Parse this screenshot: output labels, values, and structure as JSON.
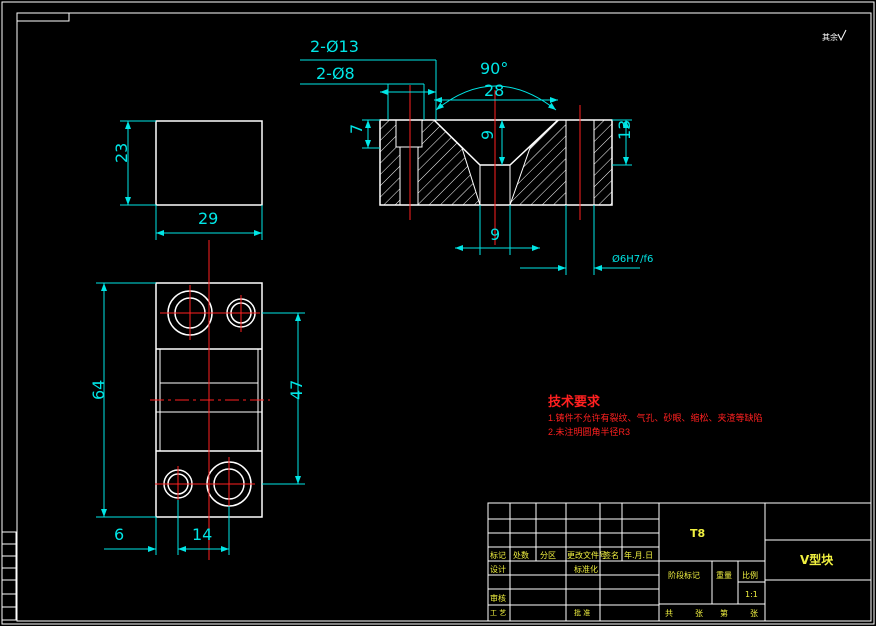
{
  "dims": {
    "d2_13": "2-Ø13",
    "d2_8": "2-Ø8",
    "ang90": "90°",
    "d28": "28",
    "d7": "7",
    "d9v": "9",
    "d13": "13",
    "d9h": "9",
    "fit": "Ø6H7/f6",
    "d23": "23",
    "d29": "29",
    "d64": "64",
    "d47": "47",
    "d6": "6",
    "d14": "14"
  },
  "roughness": "其余",
  "tech": {
    "title": "技术要求",
    "line1": "1.铸件不允许有裂纹、气孔、砂眼、缩松、夹渣等缺陷",
    "line2": "2.未注明圆角半径R3"
  },
  "title_block": {
    "material": "T8",
    "part_name": "V型块",
    "h_mark": "标记",
    "h_count": "处数",
    "h_zone": "分区",
    "h_docno": "更改文件号",
    "h_sign": "签名",
    "h_date": "年.月.日",
    "design": "设计",
    "standard": "标准化",
    "check": "审核",
    "craft": "工 艺",
    "approve": "批 准",
    "stage": "阶段标记",
    "weight": "重量",
    "scale_label": "比例",
    "scale": "1:1",
    "total": "共",
    "sheets": "张",
    "page": "第",
    "sheet2": "张"
  }
}
